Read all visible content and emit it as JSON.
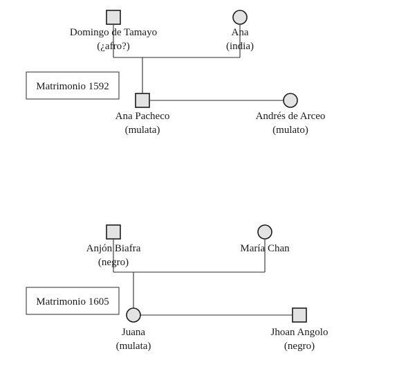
{
  "families": [
    {
      "marriage_label": "Matrimonio 1592",
      "parents": [
        {
          "name": "Domingo de Tamayo",
          "note": "(¿afro?)",
          "symbol": "square"
        },
        {
          "name": "Ana",
          "note": "(india)",
          "symbol": "circle"
        }
      ],
      "couple": [
        {
          "name": "Ana Pacheco",
          "note": "(mulata)",
          "symbol": "square"
        },
        {
          "name": "Andrés de Arceo",
          "note": "(mulato)",
          "symbol": "circle"
        }
      ]
    },
    {
      "marriage_label": "Matrimonio 1605",
      "parents": [
        {
          "name": "Anjón Biafra",
          "note": "(negro)",
          "symbol": "square"
        },
        {
          "name": "María Chan",
          "note": "",
          "symbol": "circle"
        }
      ],
      "couple": [
        {
          "name": "Juana",
          "note": "(mulata)",
          "symbol": "circle"
        },
        {
          "name": "Jhoan Angolo",
          "note": "(negro)",
          "symbol": "square"
        }
      ]
    }
  ],
  "colors": {
    "symbol_fill": "#e3e3e3",
    "line": "#2a2a2a",
    "text": "#1a1a1a"
  }
}
